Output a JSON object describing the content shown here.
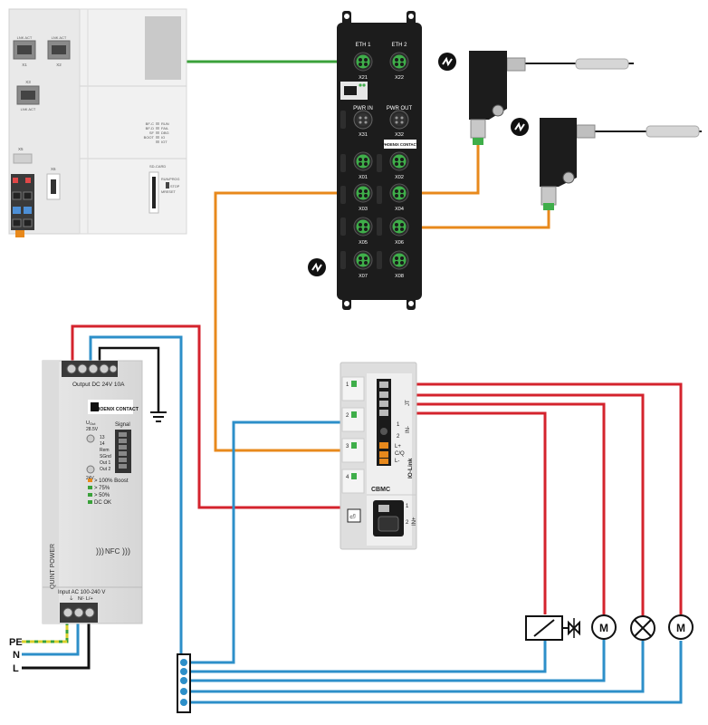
{
  "colors": {
    "ethernet": "#3aa13a",
    "iolink": "#e8891c",
    "power_pos": "#d4232d",
    "power_neg": "#2d8fc9",
    "ground": "#111111",
    "pe": "#d9cf2a"
  },
  "controller": {
    "ports": [
      {
        "top": "LNK ACT",
        "bottom": "X1"
      },
      {
        "top": "LNK ACT",
        "bottom": "X2"
      },
      {
        "top": "X3",
        "bottom": "LNK ACT"
      }
    ],
    "x5_label": "X5",
    "x6_label": "X6",
    "status_left": [
      "BF-C",
      "BF-D",
      "SF",
      "BOOT"
    ],
    "status_right": [
      "RUN",
      "FAIL",
      "DBG",
      "IO",
      "IOT"
    ],
    "sdcard_label": "SD-CARD",
    "switch_labels": [
      "RUN/PROG",
      "STOP",
      "MRESET"
    ]
  },
  "iol_master": {
    "eth_labels": [
      "ETH 1",
      "ETH 2"
    ],
    "eth_ports": [
      "X21",
      "X22"
    ],
    "power_labels": [
      "PWR IN",
      "PWR OUT"
    ],
    "power_ports": [
      "X31",
      "X32"
    ],
    "brand": "PHOENIX CONTACT",
    "io_ports": [
      "X01",
      "X02",
      "X03",
      "X04",
      "X05",
      "X06",
      "X07",
      "X08"
    ]
  },
  "psu": {
    "output_label": "Output DC 24V 10A",
    "brand": "PHOENIX CONTACT",
    "udc_label": "U",
    "udc_sub": "Out",
    "udc_value": "28.5V",
    "signal_label": "Signal",
    "signal_pins": [
      "13",
      "14",
      "Rem",
      "SGnd",
      "Out 1",
      "Out 2"
    ],
    "v24_label": "24V",
    "leds": [
      {
        "color": "#e8891c",
        "text": "> 100% Boost"
      },
      {
        "color": "#3aa13a",
        "text": "> 75%"
      },
      {
        "color": "#3aa13a",
        "text": "> 50%"
      },
      {
        "color": "#3aa13a",
        "text": "DC OK"
      }
    ],
    "side_label": "QUINT POWER",
    "nfc_label": "NFC",
    "input_label": "Input AC 100-240 V",
    "input_terminals": "N/- L/+"
  },
  "mains": {
    "labels": [
      "PE",
      "N",
      "L"
    ]
  },
  "module": {
    "channels": [
      "1",
      "2",
      "3",
      "4"
    ],
    "pins_top": [
      "1",
      "2"
    ],
    "pins_iol": [
      "L+",
      "C/Q",
      "L-"
    ],
    "side_top": "IN-",
    "side_iol": "IO-Link",
    "name": "CBMC",
    "pins_bottom": [
      "1",
      "2"
    ],
    "side_bottom": "IN+"
  },
  "loads": [
    {
      "type": "valve",
      "symbol": ""
    },
    {
      "type": "motor",
      "symbol": "M"
    },
    {
      "type": "lamp",
      "symbol": ""
    },
    {
      "type": "motor",
      "symbol": "M"
    }
  ]
}
